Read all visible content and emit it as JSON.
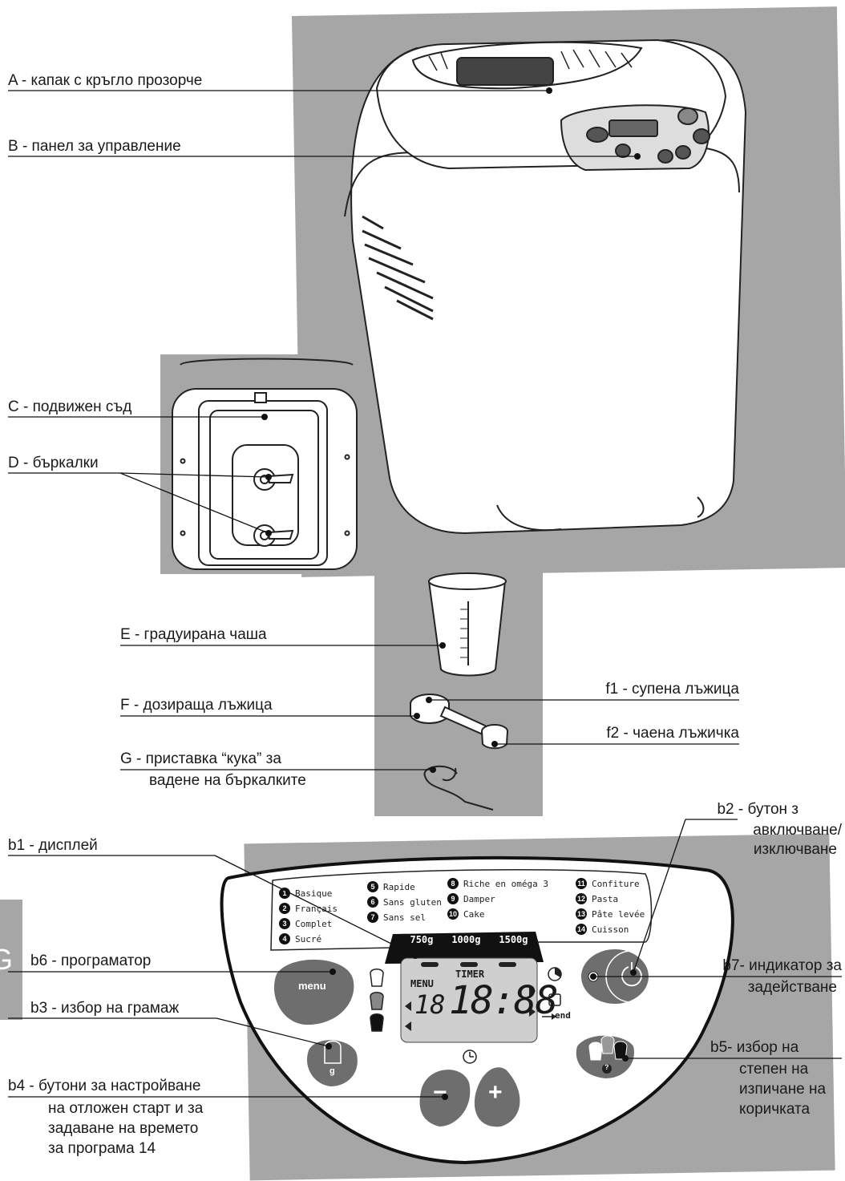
{
  "labels": {
    "A": "A - капак с кръгло прозорче",
    "B": "B - панел за управление",
    "C": "C - подвижен съд",
    "D": "D - бъркалки",
    "E": "E - градуирана чаша",
    "F": "F - дозираща лъжица",
    "f1": "f1 - супена лъжица",
    "f2": "f2 - чаена лъжичка",
    "G_line1": "G - приставка “кука” за",
    "G_line2": "вадене на бъркалките",
    "b1": "b1 - дисплей",
    "b2_line1": "b2 - бутон з",
    "b2_line2": "авключване/",
    "b2_line3": "изключване",
    "b6": "b6 - програматор",
    "b7_line1": "b7- индикатор за",
    "b7_line2": "задействане",
    "b3": "b3 - избор на грамаж",
    "b5_line1": "b5- избор на",
    "b5_line2": "степен на",
    "b5_line3": "изпичане на",
    "b5_line4": "коричката",
    "b4_line1": "b4 - бутони за настройване",
    "b4_line2": "на отложен старт и за",
    "b4_line3": "задаване на времето",
    "b4_line4": "за програма 14"
  },
  "side_tab": "G",
  "control_panel": {
    "programs": [
      {
        "n": "1",
        "name": "Basique"
      },
      {
        "n": "2",
        "name": "Français"
      },
      {
        "n": "3",
        "name": "Complet"
      },
      {
        "n": "4",
        "name": "Sucré"
      },
      {
        "n": "5",
        "name": "Rapide"
      },
      {
        "n": "6",
        "name": "Sans gluten"
      },
      {
        "n": "7",
        "name": "Sans sel"
      },
      {
        "n": "8",
        "name": "Riche en oméga 3"
      },
      {
        "n": "9",
        "name": "Damper"
      },
      {
        "n": "10",
        "name": "Cake"
      },
      {
        "n": "11",
        "name": "Confiture"
      },
      {
        "n": "12",
        "name": "Pasta"
      },
      {
        "n": "13",
        "name": "Pâte levée"
      },
      {
        "n": "14",
        "name": "Cuisson"
      }
    ],
    "weights": [
      "750g",
      "1000g",
      "1500g"
    ],
    "display": {
      "menu": "MENU",
      "timer": "TIMER",
      "program_digits": "18",
      "time_digits": "18:88",
      "end": "end"
    },
    "menu_button": "menu",
    "weight_button": "g",
    "crust_button": "?",
    "minus_button": "−",
    "plus_button": "+"
  },
  "colors": {
    "panel_gray": "#a6a6a6",
    "button_gray": "#6e6e6e",
    "lcd_bg": "#cfcfcf"
  }
}
